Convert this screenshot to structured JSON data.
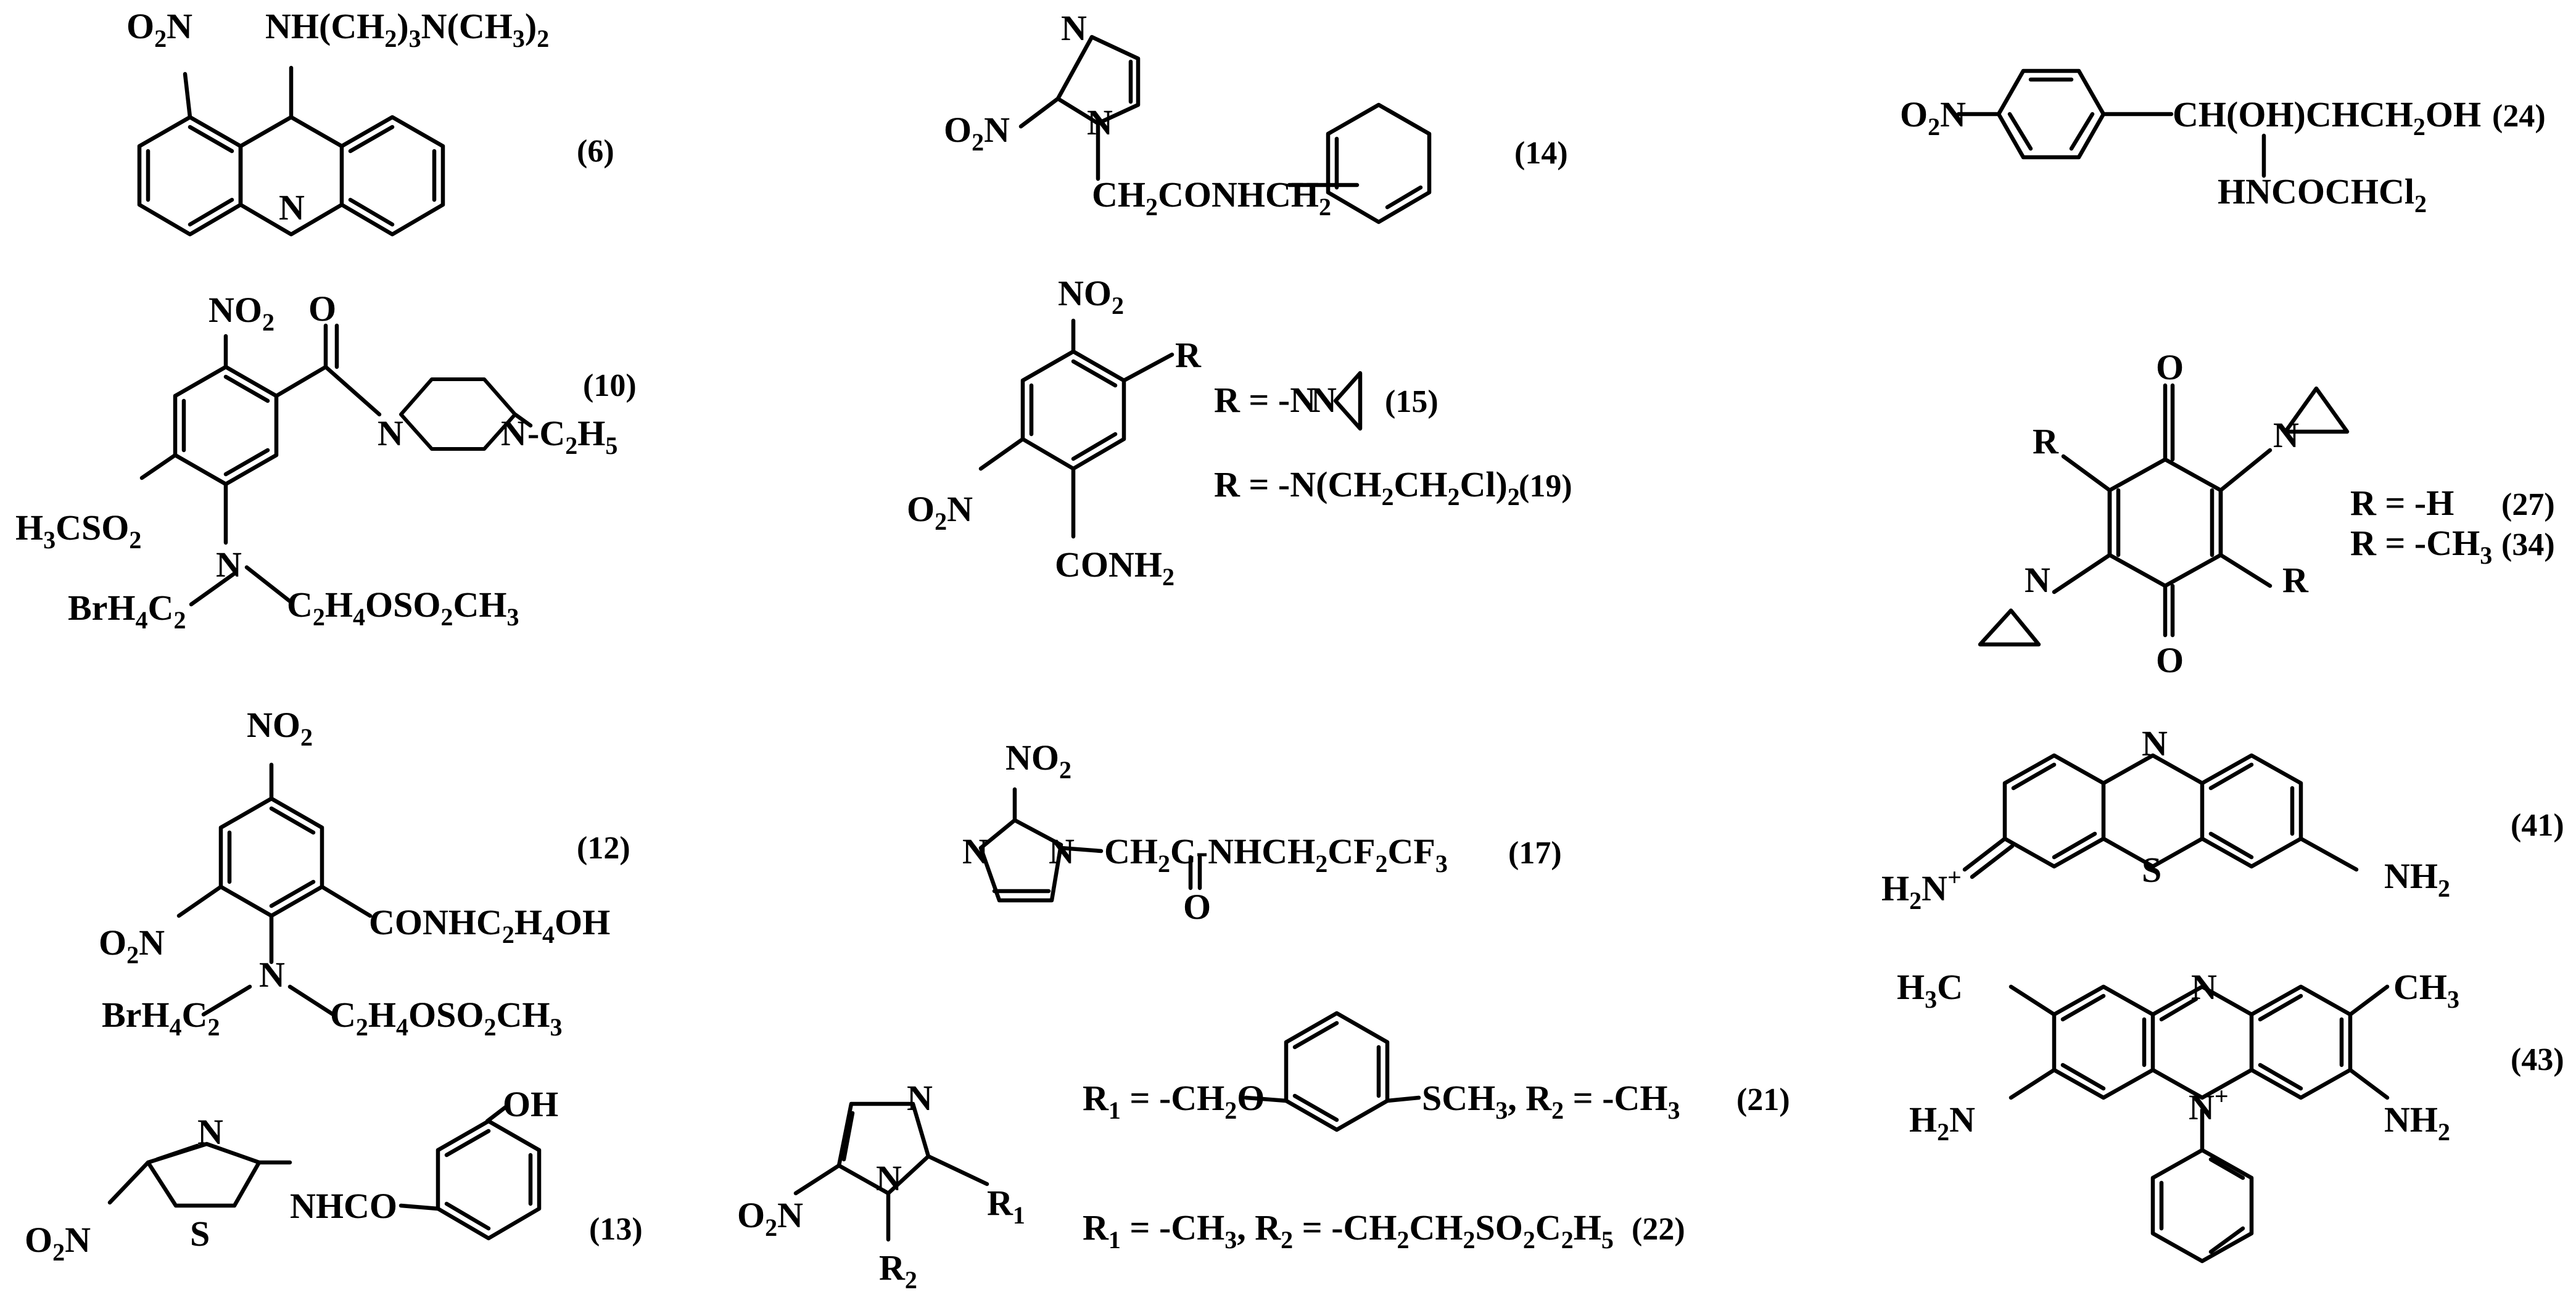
{
  "compounds": [
    {
      "id": "6",
      "number": "(6)",
      "labels": {
        "no2": "O2N",
        "amine": "NH(CH2)3N(CH3)2",
        "ring_n": "N"
      }
    },
    {
      "id": "10",
      "number": "(10)",
      "labels": {
        "no2": "NO2",
        "carbonyl_o": "O",
        "ring_n1": "N",
        "ring_n2": "N",
        "ethyl": "C2H5",
        "methylsulfonyl": "H3CSO2",
        "amine_n": "N",
        "bromoethyl": "BrH4C2",
        "mesylate": "C2H4OSO2CH3"
      }
    },
    {
      "id": "12",
      "number": "(12)",
      "labels": {
        "no2_top": "NO2",
        "no2_left": "O2N",
        "amide": "CONHC2H4OH",
        "amine_n": "N",
        "bromoethyl": "BrH4C2",
        "mesylate": "C2H4OSO2CH3"
      }
    },
    {
      "id": "13",
      "number": "(13)",
      "labels": {
        "no2": "O2N",
        "ring_n": "N",
        "ring_s": "S",
        "link": "NHCO",
        "oh": "OH"
      }
    },
    {
      "id": "14",
      "number": "(14)",
      "labels": {
        "ring_n3": "N",
        "ring_n1": "N",
        "no2": "O2N",
        "chain": "CH2CONHCH2"
      }
    },
    {
      "id": "15",
      "number": "(15)",
      "labels": {
        "no2_top": "NO2",
        "no2_left": "O2N",
        "r": "R",
        "amide": "CONH2",
        "r_def": "R = -N",
        "aziridine_n": "N"
      }
    },
    {
      "id": "19",
      "number": "(19)",
      "labels": {
        "r_def": "R = -N(CH2CH2Cl)2"
      }
    },
    {
      "id": "17",
      "number": "(17)",
      "labels": {
        "no2": "NO2",
        "ring_n3": "N",
        "ring_n1": "N",
        "chain": "CH2C-NHCH2CF2CF3",
        "carbonyl_o": "O"
      }
    },
    {
      "id": "21",
      "number": "(21)",
      "labels": {
        "ring_n3": "N",
        "ring_n1": "N",
        "no2": "O2N",
        "r1": "R1",
        "r2": "R2",
        "def_start": "R1 = -CH2O",
        "def_end": "SCH3, R2 = -CH3"
      }
    },
    {
      "id": "22",
      "number": "(22)",
      "labels": {
        "def": "R1 = -CH3, R2 = -CH2CH2SO2C2H5"
      }
    },
    {
      "id": "24",
      "number": "(24)",
      "labels": {
        "no2": "O2N",
        "chain": "CH(OH)CHCH2OH",
        "amide": "HNCOCHCl2"
      }
    },
    {
      "id": "27",
      "number": "(27)",
      "labels": {
        "o_top": "O",
        "o_bottom": "O",
        "r_top": "R",
        "r_bottom": "R",
        "aziridine_n1": "N",
        "aziridine_n2": "N",
        "r_def": "R = -H"
      }
    },
    {
      "id": "34",
      "number": "(34)",
      "labels": {
        "r_def": "R = -CH3"
      }
    },
    {
      "id": "41",
      "number": "(41)",
      "labels": {
        "ring_n": "N",
        "ring_s": "S",
        "iminium": "H2N+",
        "amine": "NH2"
      }
    },
    {
      "id": "43",
      "number": "(43)",
      "labels": {
        "ring_n": "N",
        "ring_np": "N+",
        "methyl_l": "H3C",
        "methyl_r": "CH3",
        "amine_l": "H2N",
        "amine_r": "NH2"
      }
    }
  ]
}
